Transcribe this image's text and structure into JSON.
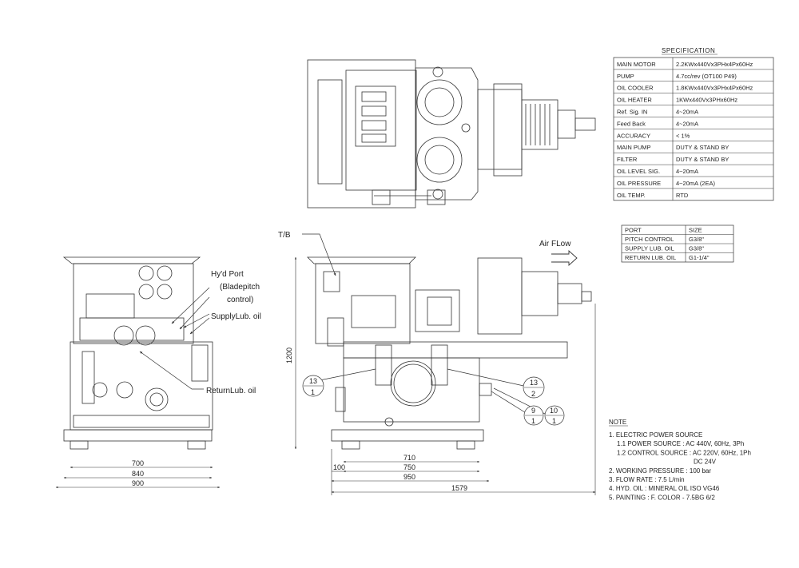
{
  "spec": {
    "title": "SPECIFICATION",
    "rows": [
      {
        "item": "MAIN MOTOR",
        "value": "2.2KWx440Vx3PHx4Px60Hz"
      },
      {
        "item": "PUMP",
        "value": "4.7cc/rev (OT100 P49)"
      },
      {
        "item": "OIL COOLER",
        "value": "1.8KWx440Vx3PHx4Px60Hz"
      },
      {
        "item": "OIL HEATER",
        "value": "1KWx440Vx3PHx60Hz"
      },
      {
        "item": "Ref. Sig. IN",
        "value": "4~20mA"
      },
      {
        "item": "Feed Back",
        "value": "4~20mA"
      },
      {
        "item": "ACCURACY",
        "value": "< 1%"
      },
      {
        "item": "MAIN PUMP",
        "value": "DUTY & STAND BY"
      },
      {
        "item": "FILTER",
        "value": "DUTY & STAND BY"
      },
      {
        "item": "OIL LEVEL SIG.",
        "value": "4~20mA"
      },
      {
        "item": "OIL PRESSURE",
        "value": "4~20mA (2EA)"
      },
      {
        "item": "OIL TEMP.",
        "value": "RTD"
      }
    ]
  },
  "ports": {
    "header": {
      "port": "PORT",
      "size": "SIZE"
    },
    "rows": [
      {
        "port": "PITCH CONTROL",
        "size": "G3/8\""
      },
      {
        "port": "SUPPLY LUB. OIL",
        "size": "G3/8\""
      },
      {
        "port": "RETURN LUB. OIL",
        "size": "G1-1/4\""
      }
    ]
  },
  "labels": {
    "tb": "T/B",
    "air_flow": "Air FLow",
    "hyd_port_1": "Hy'd Port",
    "hyd_port_2": "(Bladepitch",
    "hyd_port_3": "control)",
    "supply_lub": "SupplyLub. oil",
    "return_lub": "ReturnLub. oil"
  },
  "dims": {
    "left_700": "700",
    "left_840": "840",
    "left_900": "900",
    "height_1200": "1200",
    "front_710": "710",
    "front_750": "750",
    "front_100": "100",
    "front_950": "950",
    "front_1579": "1579"
  },
  "balloons": [
    {
      "top": "13",
      "bottom": "1"
    },
    {
      "top": "13",
      "bottom": "2"
    },
    {
      "top": "9",
      "bottom": "1"
    },
    {
      "top": "10",
      "bottom": "1"
    }
  ],
  "notes": {
    "title": "NOTE",
    "lines": [
      "1. ELECTRIC POWER SOURCE",
      "1.1 POWER SOURCE : AC 440V, 60Hz, 3Ph",
      "1.2 CONTROL SOURCE : AC 220V, 60Hz, 1Ph",
      "DC 24V",
      "2. WORKING PRESSURE : 100 bar",
      "3. FLOW RATE : 7.5 L/min",
      "4. HYD. OIL : MINERAL OIL ISO VG46",
      "5. PAINTING : F. COLOR - 7.5BG 6/2"
    ]
  }
}
